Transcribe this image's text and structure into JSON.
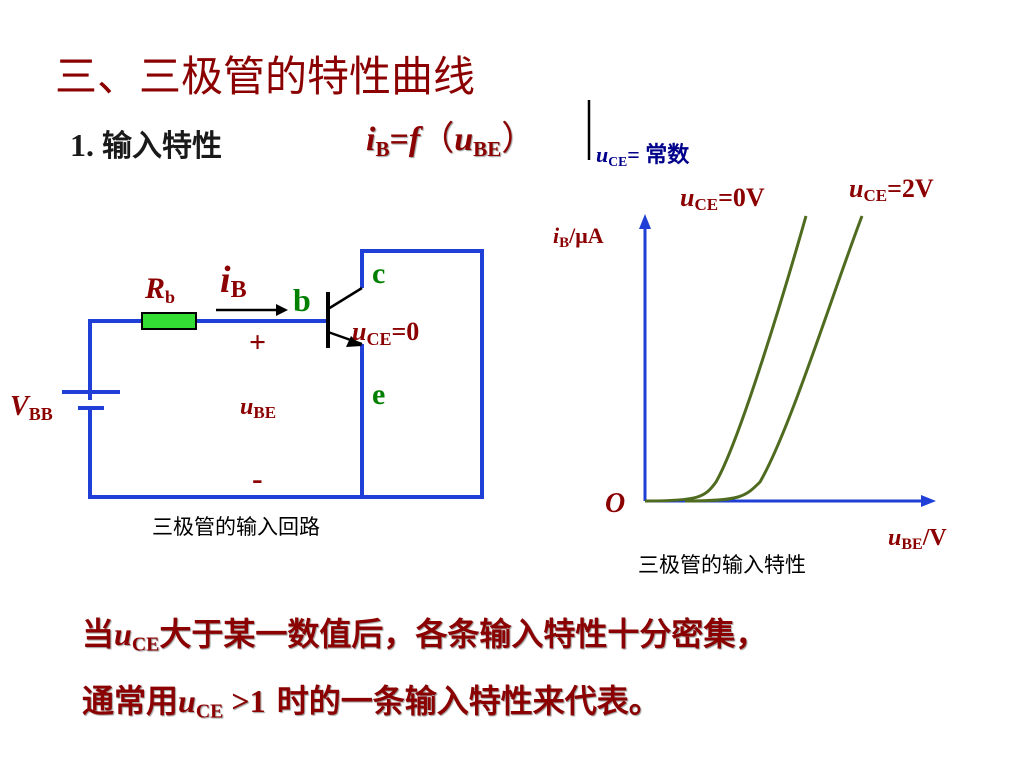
{
  "title": "三、三极管的特性曲线",
  "section": {
    "number": "1.",
    "label": "输入特性"
  },
  "formula": {
    "i": "i",
    "B": "B",
    "eq": "=",
    "f": "f",
    "lp": "（",
    "u": "u",
    "BE": "BE",
    "rp": "）"
  },
  "condition": {
    "u": "u",
    "CE": "CE",
    "eq": "= ",
    "text": "常数"
  },
  "circuit": {
    "caption": "三极管的输入回路",
    "Rb": {
      "main": "R",
      "sub": "b"
    },
    "iB": {
      "main": "i",
      "sub": "B"
    },
    "VBB": {
      "main": "V",
      "sub": "BB"
    },
    "b": "b",
    "c": "c",
    "e": "e",
    "plus": "+",
    "minus": "-",
    "uBE": {
      "main": "u",
      "sub": "BE"
    },
    "uCE": {
      "main": "u",
      "sub": "CE",
      "value": "=0"
    }
  },
  "chart_data": {
    "type": "line",
    "title": "",
    "caption": "三极管的输入特性",
    "xlabel": {
      "main": "u",
      "sub": "BE",
      "unit": "/V"
    },
    "ylabel": {
      "main": "i",
      "sub": "B",
      "unit": "/μA"
    },
    "origin": "O",
    "series": [
      {
        "name": "uCE=0V",
        "label": {
          "main": "u",
          "sub": "CE",
          "value": "=0V"
        }
      },
      {
        "name": "uCE=2V",
        "label": {
          "main": "u",
          "sub": "CE",
          "value": "=2V"
        }
      }
    ],
    "curve_color": "#4e6b1f"
  },
  "conclusion": {
    "line1": {
      "pre": "当",
      "u": "u",
      "sub": "CE",
      "post": "大于某一数值后，各条输入特性十分密集，"
    },
    "line2": {
      "pre": "通常用",
      "u": "u",
      "sub": "CE",
      "mid": " >1",
      "post": " 时的一条输入特性来代表。"
    }
  },
  "colors": {
    "title": "#8b0000",
    "wire": "#1f3fd6",
    "green": "#008000",
    "label": "#8b0000",
    "condition": "#00008b"
  }
}
